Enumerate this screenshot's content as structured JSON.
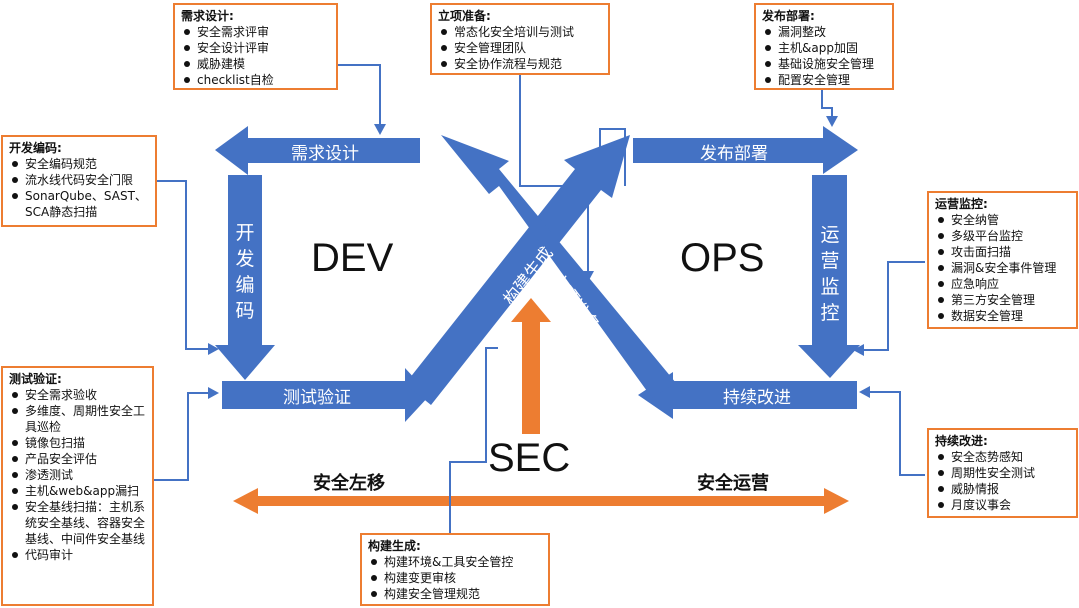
{
  "colors": {
    "blue": "#4472C4",
    "orange": "#ED7D31",
    "text": "#111111"
  },
  "arrows": {
    "req_design": "需求设计",
    "release": "发布部署",
    "dev_code": "开发编码",
    "ops_monitor": "运营监控",
    "test_verify": "测试验证",
    "continuous": "持续改进",
    "build": "构建生成",
    "project_prep": "立项准备"
  },
  "center": {
    "dev": "DEV",
    "ops": "OPS",
    "sec": "SEC",
    "shift_left": "安全左移",
    "sec_ops": "安全运营"
  },
  "boxes": {
    "req": {
      "title": "需求设计:",
      "items": [
        "安全需求评审",
        "安全设计评审",
        "威胁建模",
        "checklist自检"
      ]
    },
    "prep": {
      "title": "立项准备:",
      "items": [
        "常态化安全培训与测试",
        "安全管理团队",
        "安全协作流程与规范"
      ]
    },
    "release": {
      "title": "发布部署:",
      "items": [
        "漏洞整改",
        "主机&app加固",
        "基础设施安全管理",
        "配置安全管理"
      ]
    },
    "devcode": {
      "title": "开发编码:",
      "items": [
        "安全编码规范",
        "流水线代码安全门限",
        "SonarQube、SAST、SCA静态扫描"
      ]
    },
    "ops": {
      "title": "运营监控:",
      "items": [
        "安全纳管",
        "多级平台监控",
        "攻击面扫描",
        "漏洞&安全事件管理",
        "应急响应",
        "第三方安全管理",
        "数据安全管理"
      ]
    },
    "test": {
      "title": "测试验证:",
      "items": [
        "安全需求验收",
        "多维度、周期性安全工具巡检",
        "镜像包扫描",
        "产品安全评估",
        "渗透测试",
        "主机&web&app漏扫",
        "安全基线扫描：主机系统安全基线、容器安全基线、中间件安全基线",
        "代码审计"
      ]
    },
    "improve": {
      "title": "持续改进:",
      "items": [
        "安全态势感知",
        "周期性安全测试",
        "威胁情报",
        "月度议事会"
      ]
    },
    "build": {
      "title": "构建生成:",
      "items": [
        "构建环境&工具安全管控",
        "构建变更审核",
        "构建安全管理规范"
      ]
    }
  }
}
